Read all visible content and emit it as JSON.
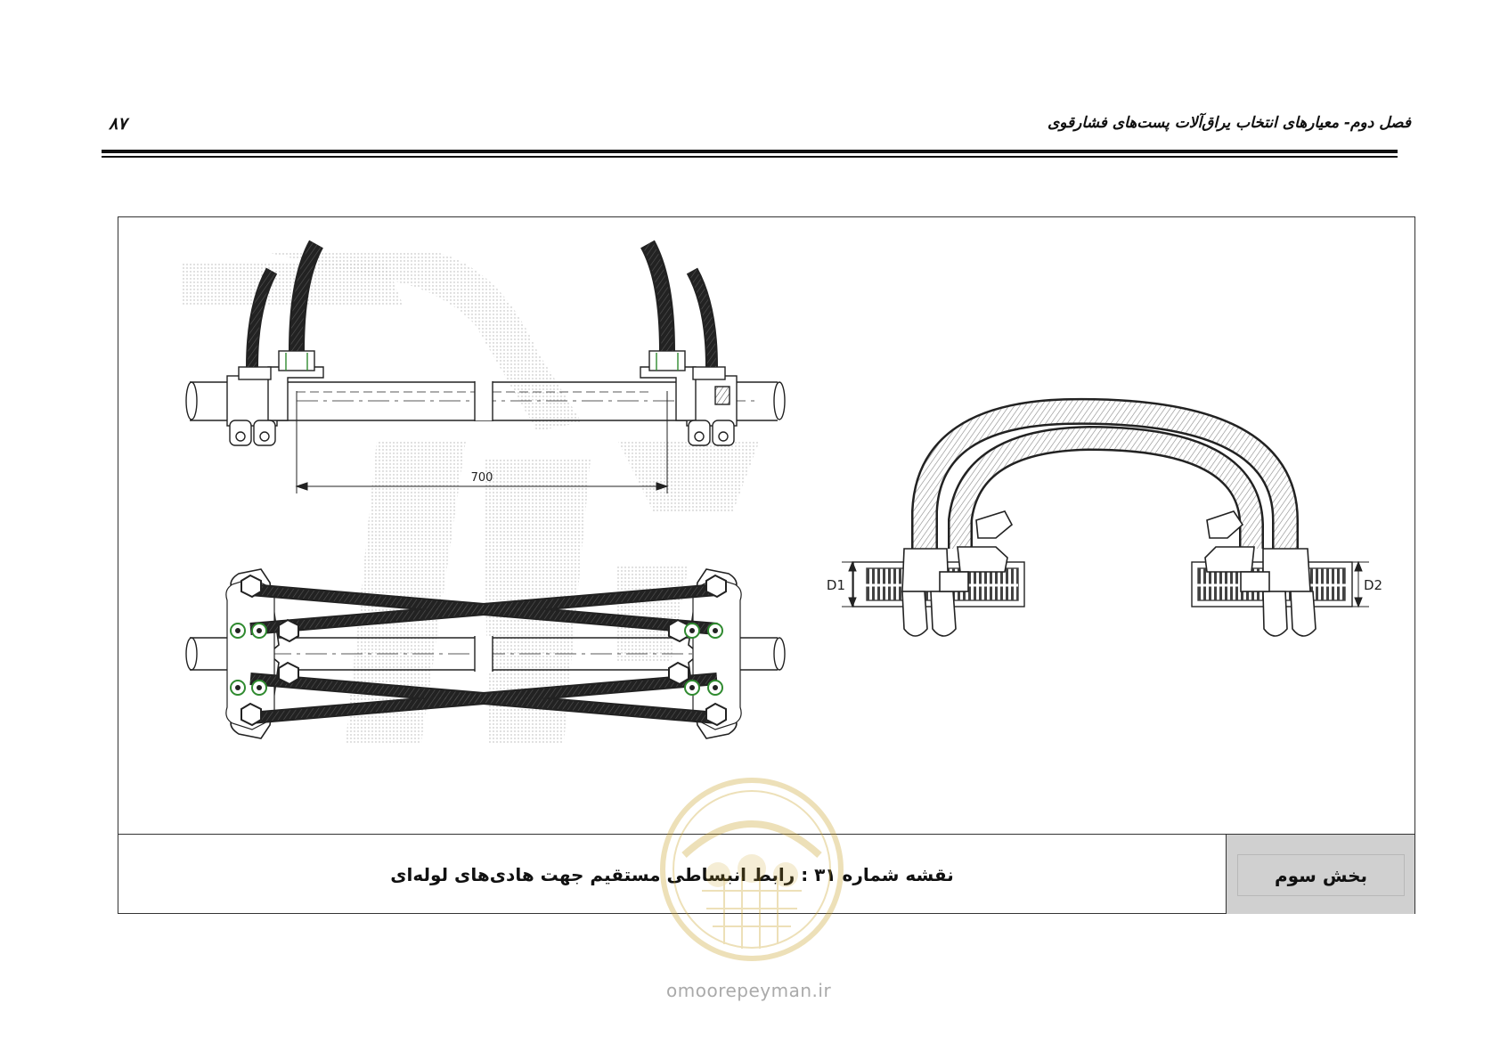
{
  "header": {
    "chapter_title": "فصل دوم- معیارهای انتخاب یراق‌آلات پست‌های فشارقوی",
    "page_number": "۸۷"
  },
  "figure": {
    "dimension_label": "700",
    "label_d1": "D1",
    "label_d2": "D2"
  },
  "caption": {
    "title": "نقشه شماره ۳۱ : رابط انبساطی مستقیم جهت هادی‌های لوله‌ای",
    "section": "بخش سوم"
  },
  "watermark": {
    "site": "omoorepeyman.ir"
  },
  "colors": {
    "line": "#222222",
    "bolt_green": "#2f8a2f",
    "cell_bg": "#d0d0d0"
  }
}
